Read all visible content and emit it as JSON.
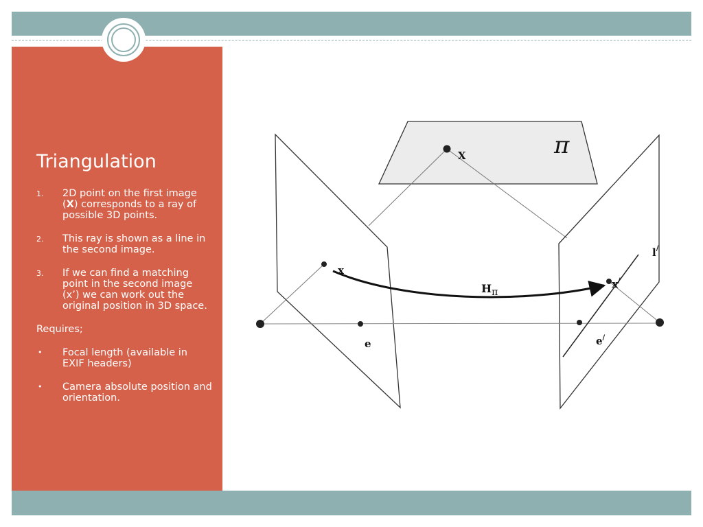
{
  "slide": {
    "title": "Triangulation",
    "steps": [
      {
        "marker": "1.",
        "before": "2D point on the first image (",
        "emph": "X",
        "after": ") corresponds to a ray of possible 3D points."
      },
      {
        "marker": "2.",
        "text": "This ray is shown as a line in the second image."
      },
      {
        "marker": "3.",
        "text": "If we can find a matching point in the second image (x’) we can work out the original position in 3D space."
      }
    ],
    "requires_label": "Requires;",
    "requirements": [
      {
        "marker": "•",
        "text": "Focal length (available in EXIF headers)"
      },
      {
        "marker": "•",
        "text": "Camera absolute position and orientation."
      }
    ]
  },
  "figure": {
    "plane_label": "π",
    "world_point_label": "X",
    "left_point_label": "x",
    "left_epipole_label": "e",
    "homography_label": "H",
    "homography_subscript": "π",
    "right_point_label": "x",
    "right_epipole_label": "e",
    "epipolar_line_label": "l",
    "prime": "/"
  },
  "colors": {
    "band": "#8fb0b0",
    "panel": "#d5614a",
    "plane_fill": "#ececec"
  }
}
